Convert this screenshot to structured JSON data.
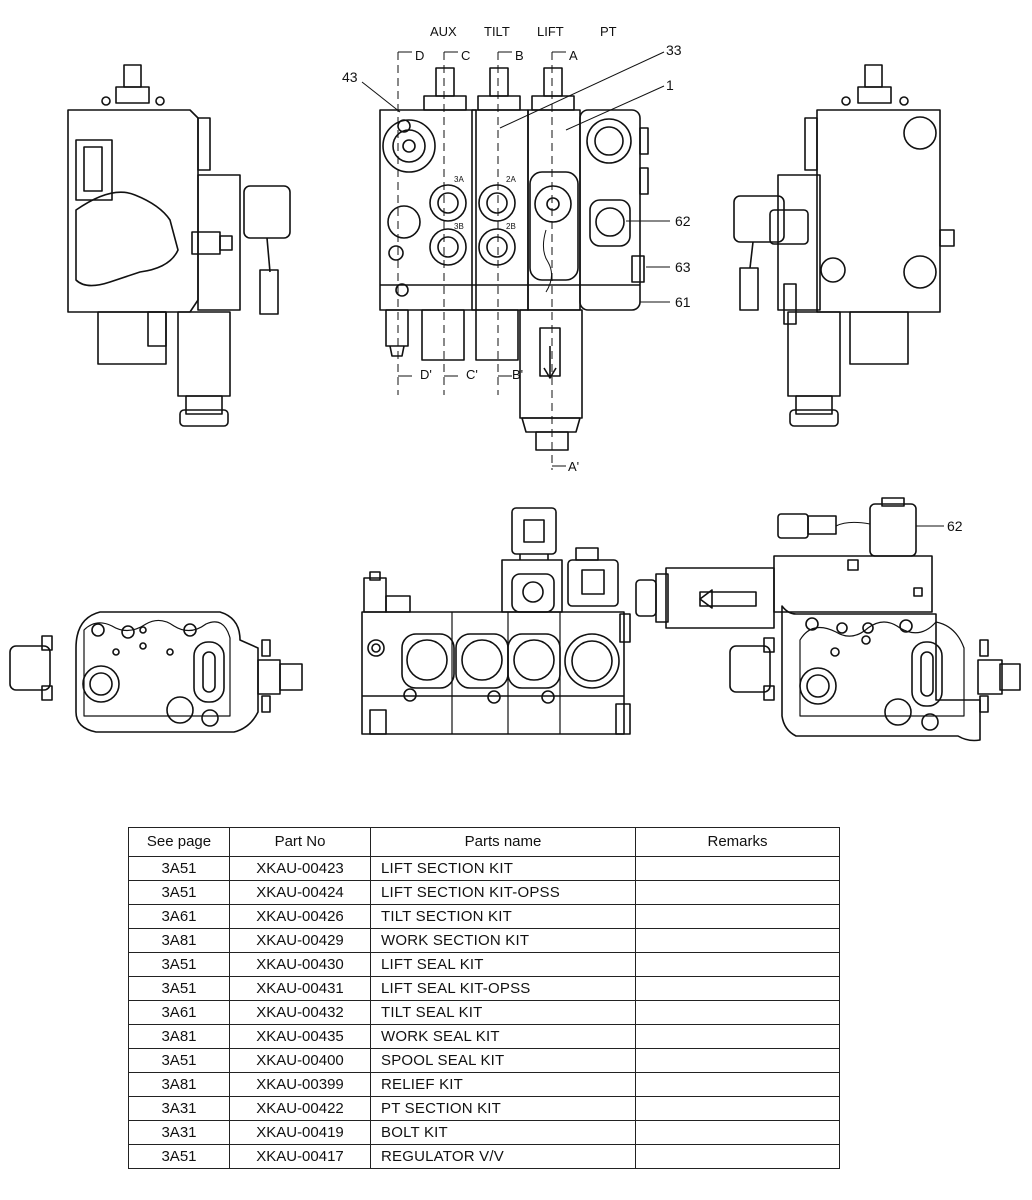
{
  "drawing": {
    "section_labels": [
      "AUX",
      "TILT",
      "LIFT",
      "PT"
    ],
    "cut_labels": [
      "D",
      "C",
      "B",
      "A",
      "D'",
      "C'",
      "B'",
      "A'"
    ],
    "callouts": [
      "43",
      "33",
      "1",
      "62",
      "63",
      "61",
      "62"
    ],
    "port_labels": [
      "3A",
      "3B",
      "2A",
      "2B"
    ]
  },
  "table": {
    "headers": [
      "See page",
      "Part No",
      "Parts name",
      "Remarks"
    ],
    "rows": [
      {
        "page": "3A51",
        "part_no": "XKAU-00423",
        "name": "LIFT SECTION KIT",
        "remarks": ""
      },
      {
        "page": "3A51",
        "part_no": "XKAU-00424",
        "name": "LIFT SECTION KIT-OPSS",
        "remarks": ""
      },
      {
        "page": "3A61",
        "part_no": "XKAU-00426",
        "name": "TILT SECTION KIT",
        "remarks": ""
      },
      {
        "page": "3A81",
        "part_no": "XKAU-00429",
        "name": "WORK SECTION KIT",
        "remarks": ""
      },
      {
        "page": "3A51",
        "part_no": "XKAU-00430",
        "name": "LIFT SEAL KIT",
        "remarks": ""
      },
      {
        "page": "3A51",
        "part_no": "XKAU-00431",
        "name": "LIFT SEAL KIT-OPSS",
        "remarks": ""
      },
      {
        "page": "3A61",
        "part_no": "XKAU-00432",
        "name": "TILT SEAL KIT",
        "remarks": ""
      },
      {
        "page": "3A81",
        "part_no": "XKAU-00435",
        "name": "WORK SEAL KIT",
        "remarks": ""
      },
      {
        "page": "3A51",
        "part_no": "XKAU-00400",
        "name": "SPOOL SEAL KIT",
        "remarks": ""
      },
      {
        "page": "3A81",
        "part_no": "XKAU-00399",
        "name": "RELIEF KIT",
        "remarks": ""
      },
      {
        "page": "3A31",
        "part_no": "XKAU-00422",
        "name": "PT SECTION KIT",
        "remarks": ""
      },
      {
        "page": "3A31",
        "part_no": "XKAU-00419",
        "name": "BOLT KIT",
        "remarks": ""
      },
      {
        "page": "3A51",
        "part_no": "XKAU-00417",
        "name": "REGULATOR V/V",
        "remarks": ""
      }
    ]
  }
}
